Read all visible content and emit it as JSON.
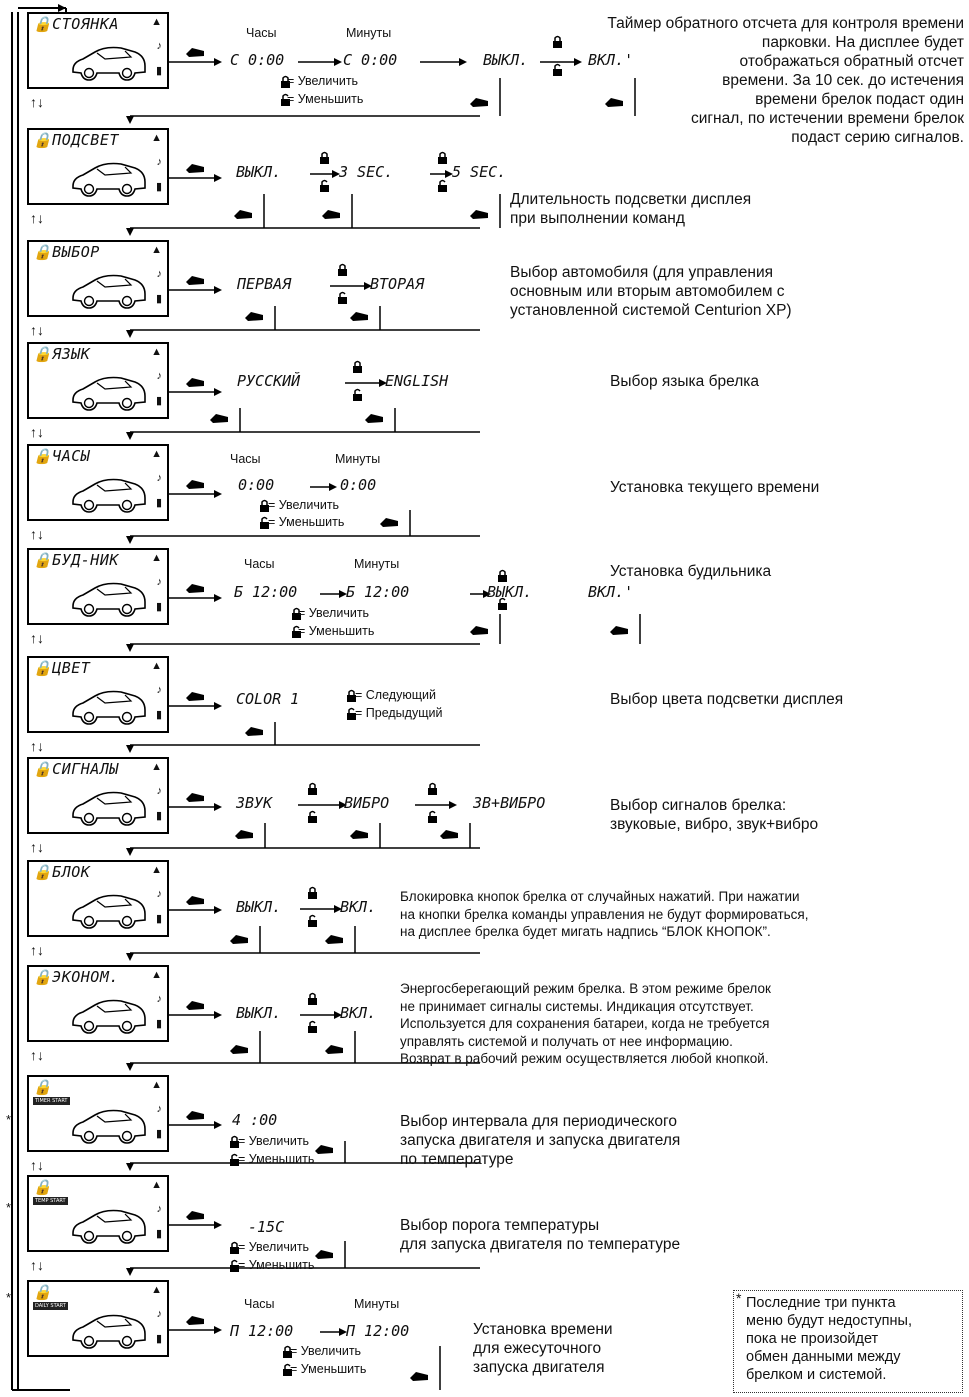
{
  "icons": {
    "remote": "car-remote-icon",
    "lock": "lock-icon",
    "unlock": "unlock-icon",
    "car": "car-icon",
    "antenna": "antenna-icon",
    "note": "music-note-icon",
    "battery": "battery-icon"
  },
  "common": {
    "inc": "= Увеличить",
    "dec": "= Уменьшить",
    "hours": "Часы",
    "minutes": "Минуты",
    "nav": "↑↓"
  },
  "menu": [
    {
      "title": "СТОЯНКА",
      "desc": "Таймер обратного отсчета для контроля времени\nпарковки. На дисплее будет\nотображаться обратный отсчет\nвремени. За 10 сек. до истечения\nвремени брелок подаст один\nсигнал, по истечении времени брелок\nподаст  серию сигналов.",
      "v1": "C 0:00",
      "v2": "C 0:00",
      "o1": "ВЫКЛ.",
      "o2": "ВКЛ.'"
    },
    {
      "title": "ПОДСВЕТ",
      "desc": "Длительность подсветки дисплея\nпри выполнении команд",
      "o1": "ВЫКЛ.",
      "o2": "3 SEC.",
      "o3": "5 SEC."
    },
    {
      "title": "ВЫБОР",
      "desc": "Выбор  автомобиля  (для  управления\nосновным или вторым автомобилем с\nустановленной системой Centurion XP)",
      "o1": "ПЕРВАЯ",
      "o2": "ВТОРАЯ"
    },
    {
      "title": "ЯЗЫК",
      "desc": "Выбор языка брелка",
      "o1": "РУССКИЙ",
      "o2": "ENGLISH"
    },
    {
      "title": "ЧАСЫ",
      "desc": "Установка текущего времени",
      "v1": "0:00",
      "v2": "0:00"
    },
    {
      "title": "БУД-НИК",
      "desc": "Установка будильника",
      "v1": "Б 12:00",
      "v2": "Б 12:00",
      "o1": "ВЫКЛ.",
      "o2": "ВКЛ.'"
    },
    {
      "title": "ЦВЕТ",
      "desc": "Выбор цвета подсветки дисплея",
      "o1": "COLOR  1",
      "next": "= Следующий",
      "prev": "= Предыдущий"
    },
    {
      "title": "СИГНАЛЫ",
      "desc": "Выбор сигналов брелка:\nзвуковые, вибро, звук+вибро",
      "o1": "ЗВУК",
      "o2": "ВИБРО",
      "o3": "ЗВ+ВИБРО"
    },
    {
      "title": "БЛОК",
      "desc": "Блокировка кнопок брелка от случайных нажатий. При нажатии\nна кнопки брелка команды управления не будут формироваться,\nна дисплее брелка будет мигать надпись “БЛОК  КНОПОК”.",
      "o1": "ВЫКЛ.",
      "o2": "ВКЛ."
    },
    {
      "title": "ЭКОНОМ.",
      "desc": "Энергосберегающий режим брелка. В этом режиме брелок\nне принимает сигналы системы. Индикация отсутствует.\nИспользуется для сохранения батареи, когда не требуется\nуправлять системой и получать от нее информацию.\nВозврат в рабочий режим осуществляется любой кнопкой.",
      "o1": "ВЫКЛ.",
      "o2": "ВКЛ."
    },
    {
      "title": "",
      "badge": "TIMER START",
      "desc": "Выбор интервала для периодического\nзапуска двигателя и запуска двигателя\nпо температуре",
      "v1": "4  :00"
    },
    {
      "title": "",
      "badge": "TEMP START",
      "desc": "Выбор порога температуры\nдля запуска двигателя по температуре",
      "v1": "-15C"
    },
    {
      "title": "",
      "badge": "DAILY START",
      "desc": "Установка времени\nдля ежесуточного\nзапуска двигателя",
      "v1": "П 12:00",
      "v2": "П 12:00"
    }
  ],
  "note": "Последние три пункта\nменю будут недоступны,\nпока не произойдет\nобмен данными между\nбрелком и системой."
}
